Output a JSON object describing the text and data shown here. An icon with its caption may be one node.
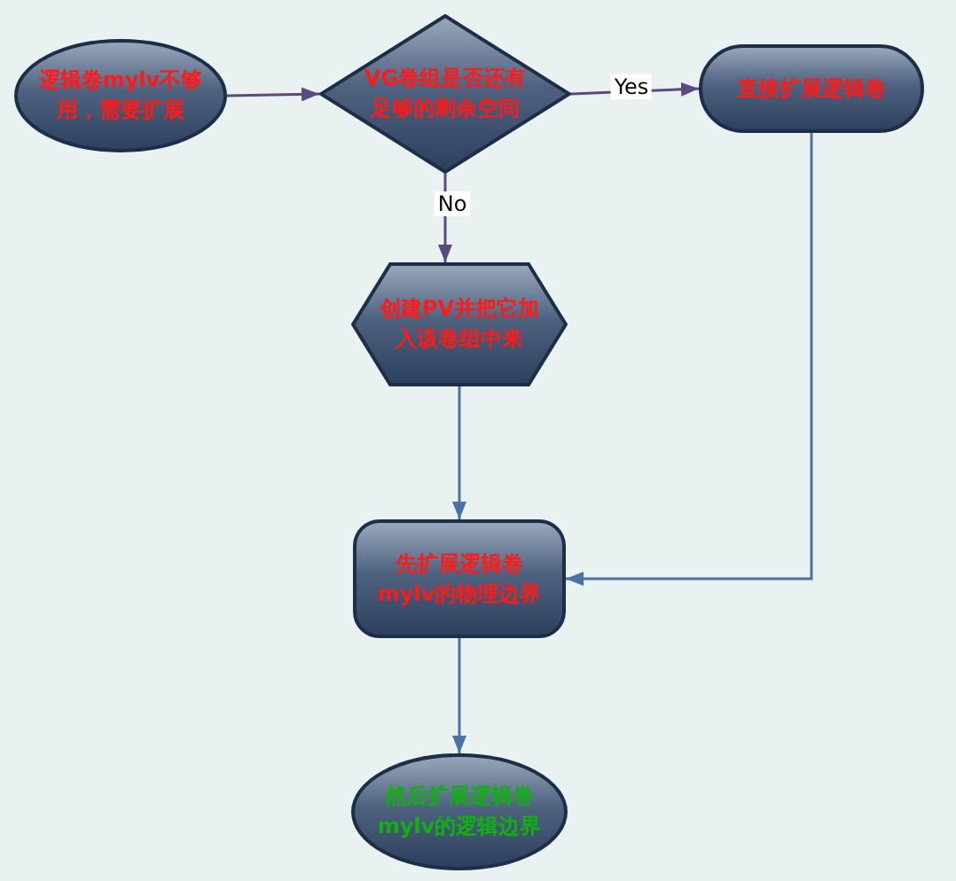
{
  "diagram": {
    "nodes": [
      {
        "text": [
          "逻辑卷mylv不够用，需要扩展"
        ]
      },
      {
        "text": [
          "VG卷组是否还有足够的剩余空间"
        ]
      },
      {
        "text": [
          "直接扩展逻辑卷"
        ]
      },
      {
        "text": [
          "创建PV并把它加入该卷组中来"
        ]
      },
      {
        "text": [
          "先扩展逻辑卷mylv的物理边界"
        ]
      },
      {
        "text": [
          "然后扩展逻辑卷mylv的逻辑边界"
        ]
      }
    ],
    "edges": [
      {
        "from": 0,
        "to": 1,
        "arrow": "to"
      },
      {
        "from": 1,
        "to": 2,
        "arrow": "to",
        "label": "Yes"
      },
      {
        "from": 1,
        "to": 3,
        "arrow": "to",
        "label": "No"
      },
      {
        "from": 3,
        "to": 4,
        "arrow": "to",
        "color": "#4a72a8"
      },
      {
        "from": 2,
        "to": 4,
        "arrow": "to",
        "color": "#4a72a8"
      },
      {
        "from": 4,
        "to": 5,
        "arrow": "to",
        "color": "#4a72a8"
      }
    ]
  }
}
